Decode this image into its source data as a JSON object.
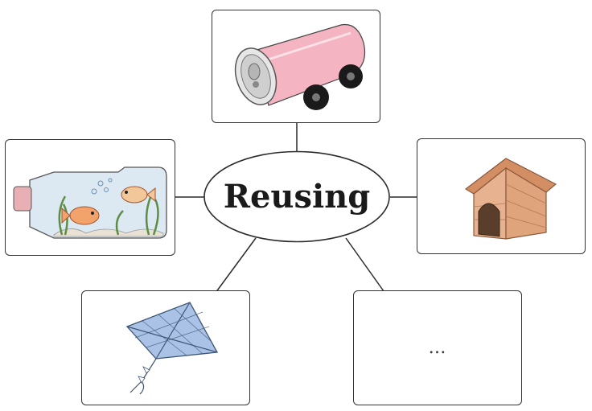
{
  "diagram": {
    "center_label": "Reusing",
    "nodes": [
      {
        "id": "top",
        "depiction": "can-car-image"
      },
      {
        "id": "left",
        "depiction": "bottle-fish-tank-image"
      },
      {
        "id": "right",
        "depiction": "doghouse-image"
      },
      {
        "id": "bottom-left",
        "depiction": "kite-image"
      },
      {
        "id": "bottom-right",
        "text": "…"
      }
    ]
  },
  "colors": {
    "can_body": "#f4b4c2",
    "wheel": "#1a1a1a",
    "water": "#dde9f2",
    "fish": "#f2a36b",
    "plant": "#5b8e45",
    "doghouse": "#e0a47d",
    "kite": "#a9c2e6",
    "outline": "#333333"
  }
}
